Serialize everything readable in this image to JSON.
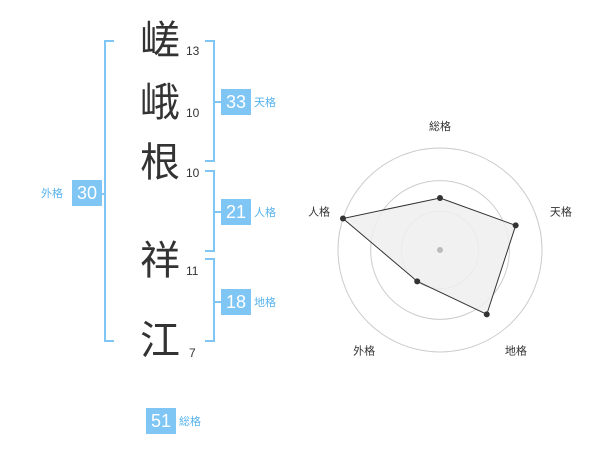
{
  "name": {
    "characters": [
      {
        "char": "嵯",
        "strokes": "13"
      },
      {
        "char": "峨",
        "strokes": "10"
      },
      {
        "char": "根",
        "strokes": "10"
      },
      {
        "char": "祥",
        "strokes": "11"
      },
      {
        "char": "江",
        "strokes": "7"
      }
    ]
  },
  "fortune": {
    "tenkaku": {
      "value": "33",
      "label": "天格"
    },
    "jinkaku": {
      "value": "21",
      "label": "人格"
    },
    "chikaku": {
      "value": "18",
      "label": "地格"
    },
    "gaikaku": {
      "value": "30",
      "label": "外格"
    },
    "soukaku": {
      "value": "51",
      "label": "総格"
    }
  },
  "chart_data": {
    "type": "radar",
    "axes": [
      "総格",
      "天格",
      "地格",
      "外格",
      "人格"
    ],
    "values": [
      0.51,
      0.78,
      0.78,
      0.38,
      1.0
    ],
    "rings": 3,
    "colors": {
      "fill": "#efefef",
      "stroke": "#333333",
      "ring": "#cccccc",
      "center": "#bbbbbb"
    }
  },
  "colors": {
    "accent": "#7fc6f5",
    "accent_text": "#56b3ee",
    "text": "#333333"
  }
}
